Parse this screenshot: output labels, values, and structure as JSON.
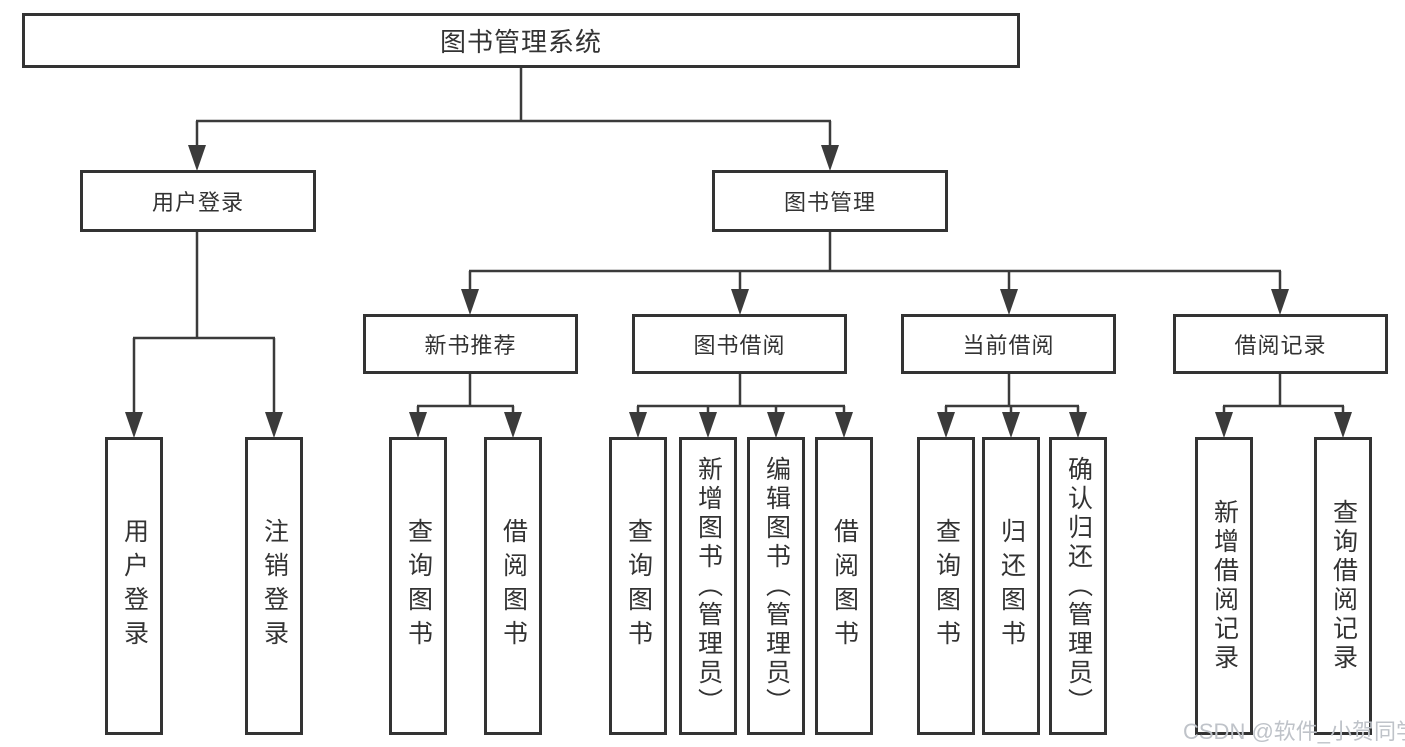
{
  "diagram": {
    "title": "图书管理系统",
    "watermark": "CSDN @软件_小贺同学",
    "colors": {
      "line": "#3b3b3b",
      "border": "#333333",
      "fill": "#ffffff",
      "text": "#333333",
      "watermark": "#bfc3c9",
      "background": "#ffffff"
    },
    "branches": [
      {
        "label": "用户登录",
        "children": [
          {
            "label": "用户登录"
          },
          {
            "label": "注销登录"
          }
        ]
      },
      {
        "label": "图书管理",
        "groups": [
          {
            "label": "新书推荐",
            "children": [
              {
                "label": "查询图书"
              },
              {
                "label": "借阅图书"
              }
            ]
          },
          {
            "label": "图书借阅",
            "children": [
              {
                "label": "查询图书"
              },
              {
                "label": "新增图书（管理员）"
              },
              {
                "label": "编辑图书（管理员）"
              },
              {
                "label": "借阅图书"
              }
            ]
          },
          {
            "label": "当前借阅",
            "children": [
              {
                "label": "查询图书"
              },
              {
                "label": "归还图书"
              },
              {
                "label": "确认归还（管理员）"
              }
            ]
          },
          {
            "label": "借阅记录",
            "children": [
              {
                "label": "新增借阅记录"
              },
              {
                "label": "查询借阅记录"
              }
            ]
          }
        ]
      }
    ]
  }
}
